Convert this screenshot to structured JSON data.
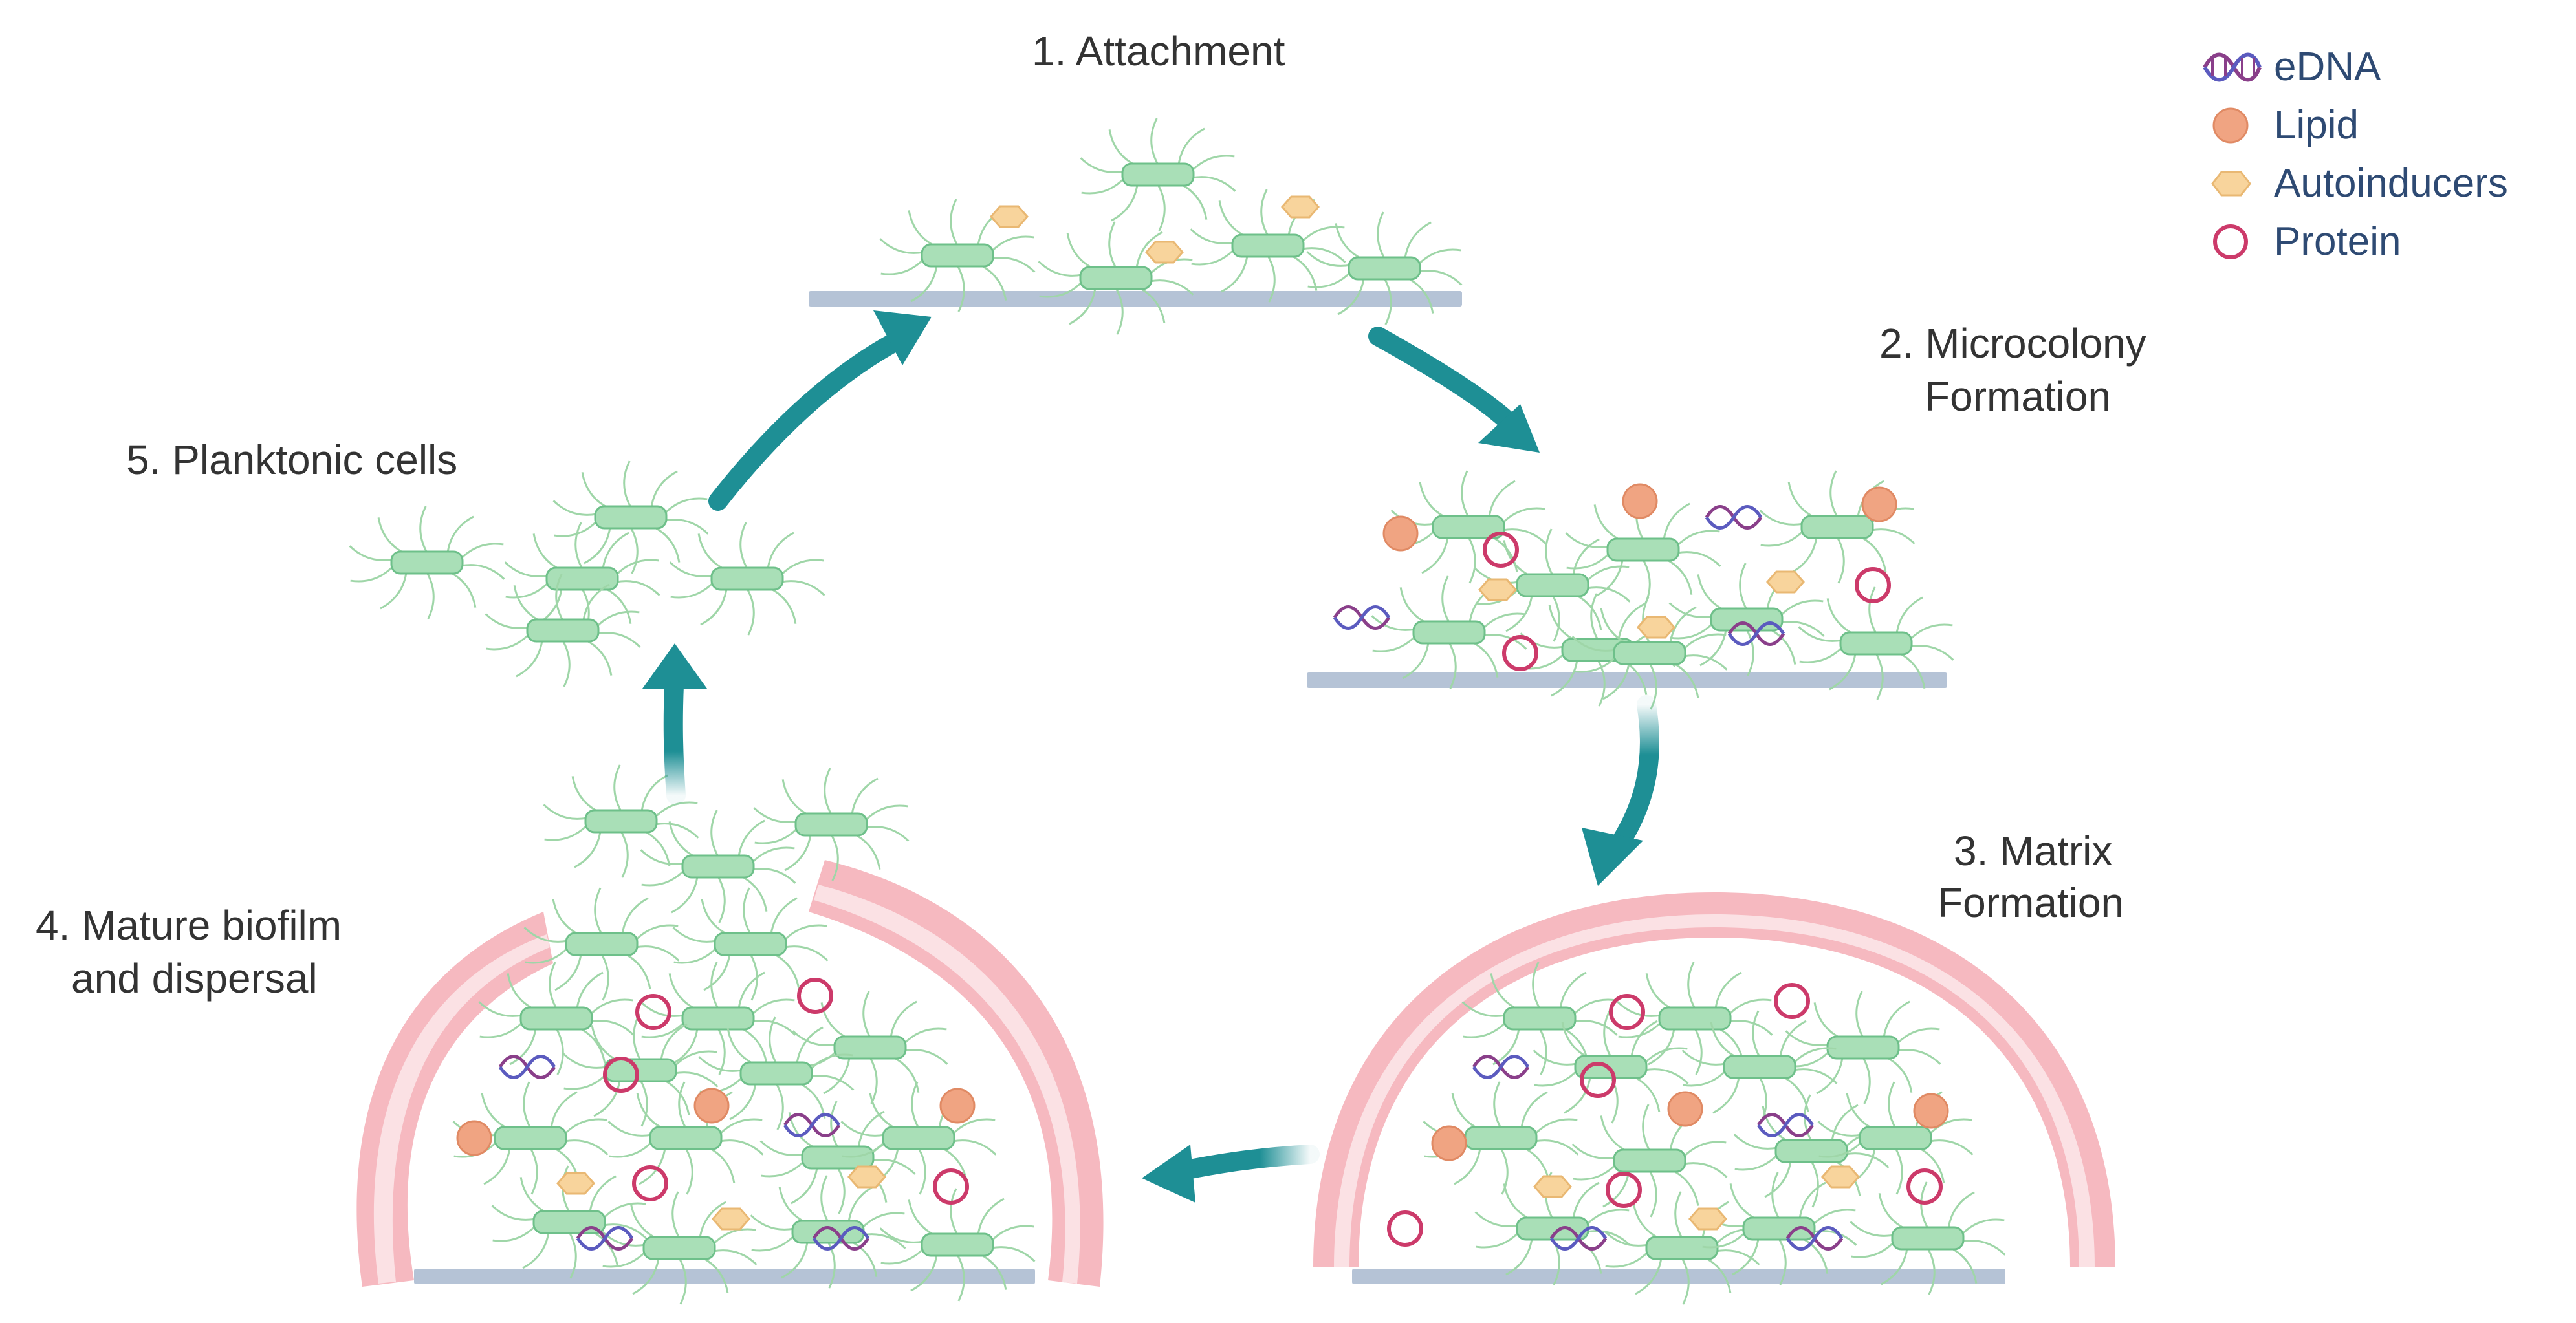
{
  "stages": {
    "attachment": "1. Attachment",
    "microcolony_line1": "2. Microcolony",
    "microcolony_line2": "Formation",
    "matrix_line1": "3. Matrix",
    "matrix_line2": "Formation",
    "mature_line1": "4. Mature biofilm",
    "mature_line2": "and dispersal",
    "planktonic": "5. Planktonic cells"
  },
  "legend": {
    "items": [
      {
        "label": "eDNA",
        "icon": "dna-icon",
        "color": "#8a3f8a"
      },
      {
        "label": "Lipid",
        "icon": "lipid-icon",
        "color": "#f0a482"
      },
      {
        "label": "Autoinducers",
        "icon": "autoinducer-icon",
        "color": "#f8d49c"
      },
      {
        "label": "Protein",
        "icon": "protein-icon",
        "color": "#cc3a6a"
      }
    ]
  },
  "colors": {
    "arrow": "#1e8f95",
    "surface": "#b5c3d6",
    "cell_fill": "#a9dfb7",
    "cell_stroke": "#6ec08a",
    "flagella": "#9fd6a8",
    "matrix_outer": "#f6b9c0",
    "matrix_inner": "#fbe1e4",
    "lipid": "#f0a482",
    "autoinducer": "#f8d49c",
    "protein": "#cc3a6a",
    "dna_a": "#8a3f8a",
    "dna_b": "#5b5bbf"
  }
}
